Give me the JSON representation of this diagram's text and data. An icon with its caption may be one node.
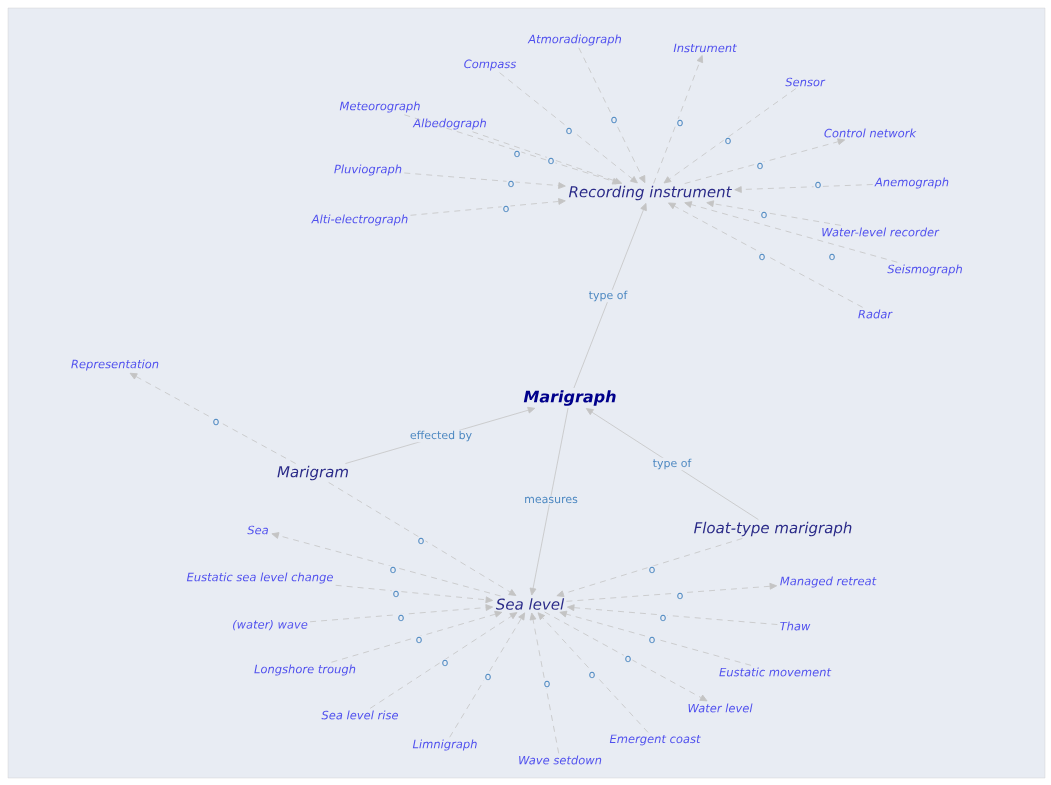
{
  "diagram": {
    "nodes": [
      {
        "text": [
          "Atmoradiograph"
        ]
      },
      {
        "text": [
          "Instrument"
        ]
      },
      {
        "text": [
          "Compass"
        ]
      },
      {
        "text": [
          "Sensor"
        ]
      },
      {
        "text": [
          "Meteorograph"
        ]
      },
      {
        "text": [
          "Albedograph"
        ]
      },
      {
        "text": [
          "Control network"
        ]
      },
      {
        "text": [
          "Pluviograph"
        ]
      },
      {
        "text": [
          "Anemograph"
        ]
      },
      {
        "text": [
          "Recording instrument"
        ]
      },
      {
        "text": [
          "Alti-electrograph"
        ]
      },
      {
        "text": [
          "Water-level recorder"
        ]
      },
      {
        "text": [
          "Seismograph"
        ]
      },
      {
        "text": [
          "Radar"
        ]
      },
      {
        "text": [
          "Representation"
        ]
      },
      {
        "text": [
          "Marigraph"
        ]
      },
      {
        "text": [
          "Marigram"
        ]
      },
      {
        "text": [
          "Float-type marigraph"
        ]
      },
      {
        "text": [
          "Sea"
        ]
      },
      {
        "text": [
          "Eustatic sea level change"
        ]
      },
      {
        "text": [
          "Managed retreat"
        ]
      },
      {
        "text": [
          "Sea level"
        ]
      },
      {
        "text": [
          "(water) wave"
        ]
      },
      {
        "text": [
          "Thaw"
        ]
      },
      {
        "text": [
          "Longshore trough"
        ]
      },
      {
        "text": [
          "Eustatic movement"
        ]
      },
      {
        "text": [
          "Water level"
        ]
      },
      {
        "text": [
          "Sea level rise"
        ]
      },
      {
        "text": [
          "Emergent coast"
        ]
      },
      {
        "text": [
          "Limnigraph"
        ]
      },
      {
        "text": [
          "Wave setdown"
        ]
      }
    ],
    "edges": [
      {
        "from": 0,
        "to": 9,
        "arrow": "to",
        "label": "o",
        "style": "dashed"
      },
      {
        "from": 9,
        "to": 1,
        "arrow": "to",
        "label": "o",
        "style": "dashed"
      },
      {
        "from": 2,
        "to": 9,
        "arrow": "to",
        "label": "o",
        "style": "dashed"
      },
      {
        "from": 3,
        "to": 9,
        "arrow": "to",
        "label": "o",
        "style": "dashed"
      },
      {
        "from": 4,
        "to": 9,
        "arrow": "to",
        "label": "o",
        "style": "dashed"
      },
      {
        "from": 5,
        "to": 9,
        "arrow": "to",
        "label": "o",
        "style": "dashed"
      },
      {
        "from": 9,
        "to": 6,
        "arrow": "to",
        "label": "o",
        "style": "dashed"
      },
      {
        "from": 7,
        "to": 9,
        "arrow": "to",
        "label": "o",
        "style": "dashed"
      },
      {
        "from": 8,
        "to": 9,
        "arrow": "to",
        "label": "o",
        "style": "dashed"
      },
      {
        "from": 10,
        "to": 9,
        "arrow": "to",
        "label": "o",
        "style": "dashed"
      },
      {
        "from": 11,
        "to": 9,
        "arrow": "to",
        "label": "o",
        "style": "dashed"
      },
      {
        "from": 12,
        "to": 9,
        "arrow": "to",
        "label": "o",
        "style": "dashed"
      },
      {
        "from": 13,
        "to": 9,
        "arrow": "to",
        "label": "o",
        "style": "dashed"
      },
      {
        "from": 15,
        "to": 9,
        "arrow": "to",
        "label": "type of"
      },
      {
        "from": 16,
        "to": 15,
        "arrow": "to",
        "label": "effected by"
      },
      {
        "from": 17,
        "to": 15,
        "arrow": "to",
        "label": "type of"
      },
      {
        "from": 15,
        "to": 21,
        "arrow": "to",
        "label": "measures"
      },
      {
        "from": 16,
        "to": 14,
        "arrow": "to",
        "label": "o",
        "style": "dashed"
      },
      {
        "from": 16,
        "to": 21,
        "arrow": "to",
        "label": "o",
        "style": "dashed"
      },
      {
        "from": 21,
        "to": 18,
        "arrow": "to",
        "label": "o",
        "style": "dashed"
      },
      {
        "from": 19,
        "to": 21,
        "arrow": "to",
        "label": "o",
        "style": "dashed"
      },
      {
        "from": 22,
        "to": 21,
        "arrow": "to",
        "label": "o",
        "style": "dashed"
      },
      {
        "from": 24,
        "to": 21,
        "arrow": "to",
        "label": "o",
        "style": "dashed"
      },
      {
        "from": 27,
        "to": 21,
        "arrow": "to",
        "label": "o",
        "style": "dashed"
      },
      {
        "from": 29,
        "to": 21,
        "arrow": "to",
        "label": "o",
        "style": "dashed"
      },
      {
        "from": 30,
        "to": 21,
        "arrow": "to",
        "label": "o",
        "style": "dashed"
      },
      {
        "from": 28,
        "to": 21,
        "arrow": "to",
        "label": "o",
        "style": "dashed"
      },
      {
        "from": 21,
        "to": 26,
        "arrow": "to",
        "label": "o",
        "style": "dashed"
      },
      {
        "from": 25,
        "to": 21,
        "arrow": "to",
        "label": "o",
        "style": "dashed"
      },
      {
        "from": 23,
        "to": 21,
        "arrow": "to",
        "label": "o",
        "style": "dashed"
      },
      {
        "from": 21,
        "to": 20,
        "arrow": "to",
        "label": "o",
        "style": "dashed"
      },
      {
        "from": 17,
        "to": 21,
        "arrow": "to",
        "label": "o",
        "style": "dashed"
      }
    ]
  }
}
